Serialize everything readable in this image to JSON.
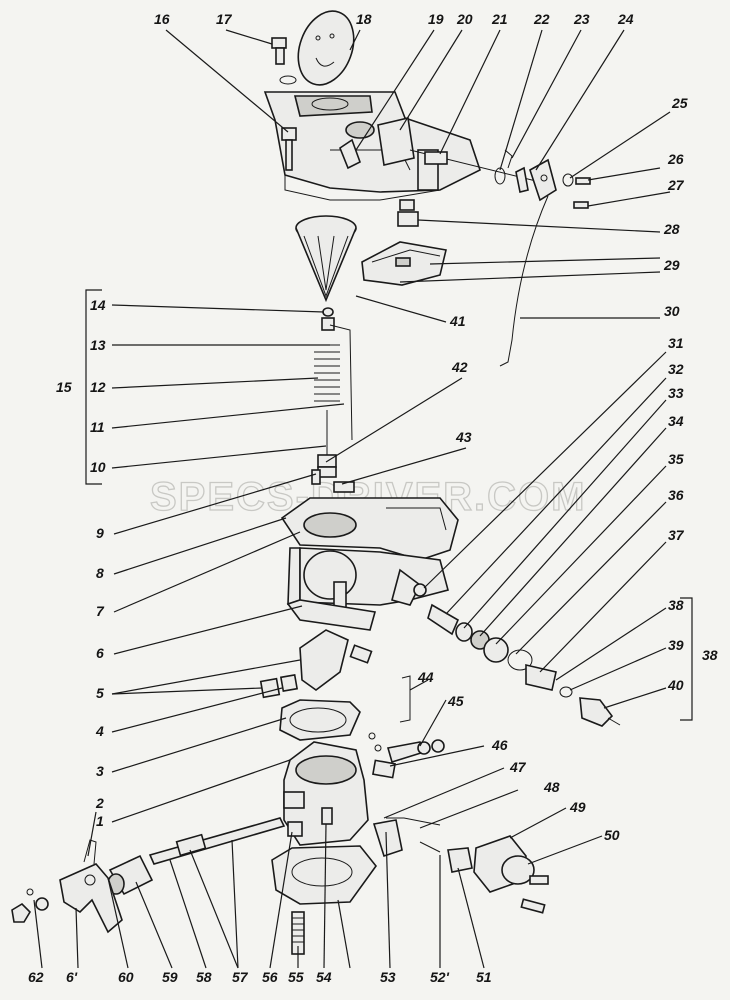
{
  "watermark": "SPECS-DRIVER.COM",
  "labels": [
    {
      "id": "16",
      "text": "16"
    },
    {
      "id": "17",
      "text": "17"
    },
    {
      "id": "18",
      "text": "18"
    },
    {
      "id": "19",
      "text": "19"
    },
    {
      "id": "20",
      "text": "20"
    },
    {
      "id": "21",
      "text": "21"
    },
    {
      "id": "22",
      "text": "22"
    },
    {
      "id": "23",
      "text": "23"
    },
    {
      "id": "24",
      "text": "24"
    },
    {
      "id": "25",
      "text": "25"
    },
    {
      "id": "26",
      "text": "26"
    },
    {
      "id": "27",
      "text": "27"
    },
    {
      "id": "28",
      "text": "28"
    },
    {
      "id": "29",
      "text": "29"
    },
    {
      "id": "30",
      "text": "30"
    },
    {
      "id": "41",
      "text": "41"
    },
    {
      "id": "14",
      "text": "14"
    },
    {
      "id": "13",
      "text": "13"
    },
    {
      "id": "15",
      "text": "15"
    },
    {
      "id": "12",
      "text": "12"
    },
    {
      "id": "11",
      "text": "11"
    },
    {
      "id": "10",
      "text": "10"
    },
    {
      "id": "9",
      "text": "9"
    },
    {
      "id": "8",
      "text": "8"
    },
    {
      "id": "7",
      "text": "7"
    },
    {
      "id": "6",
      "text": "6"
    },
    {
      "id": "5",
      "text": "5"
    },
    {
      "id": "4",
      "text": "4"
    },
    {
      "id": "3",
      "text": "3"
    },
    {
      "id": "2",
      "text": "2"
    },
    {
      "id": "1",
      "text": "1"
    },
    {
      "id": "42",
      "text": "42"
    },
    {
      "id": "43",
      "text": "43"
    },
    {
      "id": "31",
      "text": "31"
    },
    {
      "id": "32",
      "text": "32"
    },
    {
      "id": "33",
      "text": "33"
    },
    {
      "id": "34",
      "text": "34"
    },
    {
      "id": "35",
      "text": "35"
    },
    {
      "id": "36",
      "text": "36"
    },
    {
      "id": "37",
      "text": "37"
    },
    {
      "id": "38a",
      "text": "38"
    },
    {
      "id": "38b",
      "text": "38"
    },
    {
      "id": "39",
      "text": "39"
    },
    {
      "id": "40",
      "text": "40"
    },
    {
      "id": "44",
      "text": "44"
    },
    {
      "id": "45",
      "text": "45"
    },
    {
      "id": "46",
      "text": "46"
    },
    {
      "id": "47",
      "text": "47"
    },
    {
      "id": "48",
      "text": "48"
    },
    {
      "id": "49",
      "text": "49"
    },
    {
      "id": "50",
      "text": "50"
    },
    {
      "id": "62",
      "text": "62"
    },
    {
      "id": "61",
      "text": "6'"
    },
    {
      "id": "60",
      "text": "60"
    },
    {
      "id": "59",
      "text": "59"
    },
    {
      "id": "58",
      "text": "58"
    },
    {
      "id": "57",
      "text": "57"
    },
    {
      "id": "56",
      "text": "56"
    },
    {
      "id": "55",
      "text": "55"
    },
    {
      "id": "54",
      "text": "54"
    },
    {
      "id": "53",
      "text": "53"
    },
    {
      "id": "52",
      "text": "52'"
    },
    {
      "id": "51",
      "text": "51"
    }
  ]
}
